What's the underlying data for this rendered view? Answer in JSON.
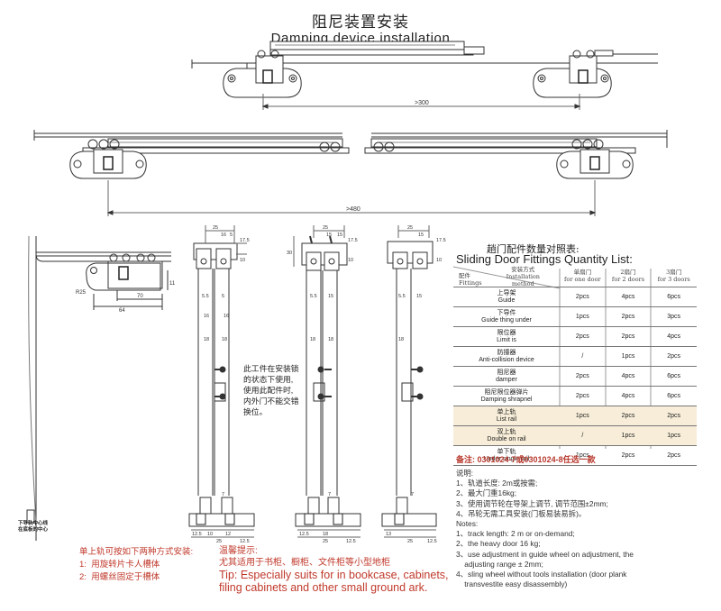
{
  "title": {
    "cn": "阻尼装置安装",
    "en": "Damping device installation"
  },
  "top_dims": {
    "d300": ">300",
    "d480": ">480"
  },
  "detail_dims": {
    "r25": "R25",
    "d64": "64",
    "d70": "70",
    "d11": "11"
  },
  "lock_note": [
    "此工件在安装锁",
    "的状态下使用,",
    "使用此配件时,",
    "内外门不能交错",
    "换位。"
  ],
  "bottom_left_label": [
    "下导轨中心线",
    "在底板的中心"
  ],
  "section_dims": {
    "s1": {
      "top": [
        "25",
        "16",
        "5"
      ],
      "right": [
        "17.5",
        "10"
      ],
      "mid": [
        "5.5",
        "5",
        "16",
        "16"
      ],
      "low": [
        "18",
        "18",
        "7"
      ],
      "bottom": [
        "12.5",
        "10",
        "12",
        "25",
        "12.5"
      ]
    },
    "s2": {
      "top": [
        "25",
        "15",
        "15"
      ],
      "right": [
        "17.5",
        "10"
      ],
      "left": "30",
      "mid": [
        "5.5",
        "15"
      ],
      "low": [
        "18",
        "18",
        "7"
      ],
      "bottom": [
        "12.5",
        "18",
        "25",
        "12.5"
      ]
    },
    "s3": {
      "top": [
        "25",
        "15"
      ],
      "right": [
        "17.5",
        "10"
      ],
      "mid": [
        "5.5",
        "15"
      ],
      "low": [
        "18",
        "7"
      ],
      "bottom": [
        "13",
        "25",
        "12.5"
      ]
    }
  },
  "quantity_list": {
    "title_cn": "趟门配件数量对照表:",
    "title_en": "Sliding Door Fittings Quantity List:",
    "header": {
      "fittings_cn": "配件",
      "fittings_en": "Fittings",
      "method_cn": "安装方式",
      "method_en_1": "Installation",
      "method_en_2": "method",
      "cols": [
        {
          "cn": "单扇门",
          "en": "for one door"
        },
        {
          "cn": "2扇门",
          "en": "for 2 doors"
        },
        {
          "cn": "3扇门",
          "en": "for 3 doors"
        }
      ]
    },
    "rows": [
      {
        "cn": "上导架",
        "en": "Guide",
        "v": [
          "2pcs",
          "4pcs",
          "6pcs"
        ],
        "hl": false
      },
      {
        "cn": "下导件",
        "en": "Guide thing under",
        "v": [
          "1pcs",
          "2pcs",
          "3pcs"
        ],
        "hl": false
      },
      {
        "cn": "限位器",
        "en": "Limit is",
        "v": [
          "2pcs",
          "2pcs",
          "4pcs"
        ],
        "hl": false
      },
      {
        "cn": "防撞器",
        "en": "Anti-collision device",
        "v": [
          "/",
          "1pcs",
          "2pcs"
        ],
        "hl": false
      },
      {
        "cn": "阻尼器",
        "en": "damper",
        "v": [
          "2pcs",
          "4pcs",
          "6pcs"
        ],
        "hl": false
      },
      {
        "cn": "阻尼限位器弹片",
        "en": "Damping shrapnel",
        "v": [
          "2pcs",
          "4pcs",
          "6pcs"
        ],
        "hl": false
      },
      {
        "cn": "单上轨",
        "en": "List rail",
        "v": [
          "1pcs",
          "2pcs",
          "2pcs"
        ],
        "hl": true
      },
      {
        "cn": "双上轨",
        "en": "Double on rail",
        "v": [
          "/",
          "1pcs",
          "1pcs"
        ],
        "hl": true
      },
      {
        "cn": "单下轨",
        "en": "Under single rail",
        "v": [
          "1pcs",
          "2pcs",
          "2pcs"
        ],
        "hl": false
      }
    ]
  },
  "remark": "备注: 0301024-7或0301024-8任选一款",
  "notes": {
    "cn_title": "说明:",
    "cn": [
      "1、轨道长度: 2m或按需;",
      "2、最大门重16kg;",
      "3、使用调节轮在导架上调节, 调节范围±2mm;",
      "4、吊轮无需工具安装(门板易装易拆)。"
    ],
    "en_title": "Notes:",
    "en": [
      "1、track length: 2 m or on-demand;",
      "2、the heavy door 16 kg;",
      "3、use adjustment in guide wheel on adjustment, the",
      "    adjusting range ± 2mm;",
      "4、sling wheel without tools installation (door plank",
      "    transvestite easy disassembly)"
    ]
  },
  "rail_note": [
    "单上轨可按如下两种方式安装:",
    "1:  用旋转片卡人槽体",
    "2:  用螺丝固定于槽体"
  ],
  "tip": {
    "cn_1": "温馨提示:",
    "cn_2": "尤其适用于书柜、橱柜、文件柜等小型地柜",
    "en_1": "Tip: Especially suits for in bookcase, cabinets,",
    "en_2": "filing cabinets and other small ground ark."
  }
}
